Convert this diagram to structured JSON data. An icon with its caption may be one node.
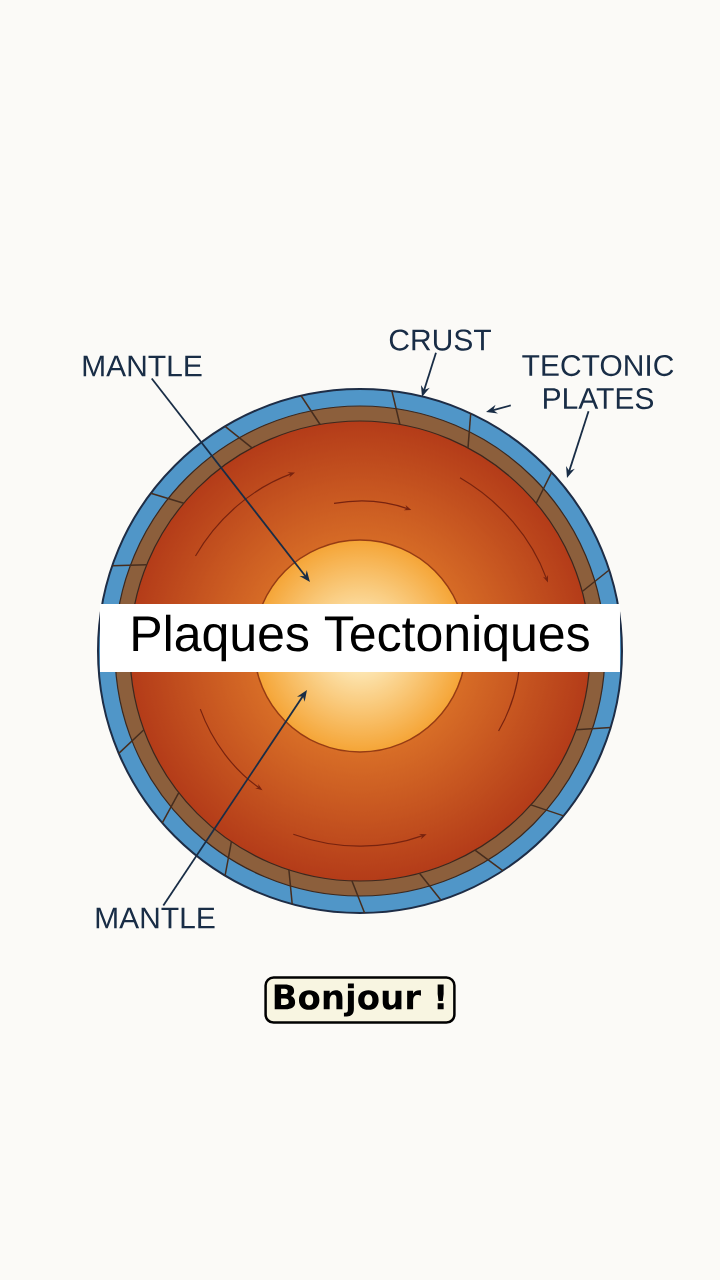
{
  "diagram": {
    "title": "Plaques Tectoniques",
    "caption": "Bonjour !",
    "nodes": [
      {
        "text": [
          "MANTLE"
        ]
      },
      {
        "text": [
          "CRUST"
        ]
      },
      {
        "text": [
          "TECTONIC PLATES"
        ]
      },
      {
        "text": [
          "MANTLE"
        ]
      }
    ],
    "edges": [
      {
        "from": 0,
        "to": null,
        "arrow": "to"
      },
      {
        "from": 1,
        "to": null,
        "arrow": "to"
      },
      {
        "from": 2,
        "to": null,
        "arrow": "to"
      },
      {
        "from": 2,
        "to": null,
        "arrow": "to"
      },
      {
        "from": 3,
        "to": null,
        "arrow": "to"
      }
    ]
  }
}
